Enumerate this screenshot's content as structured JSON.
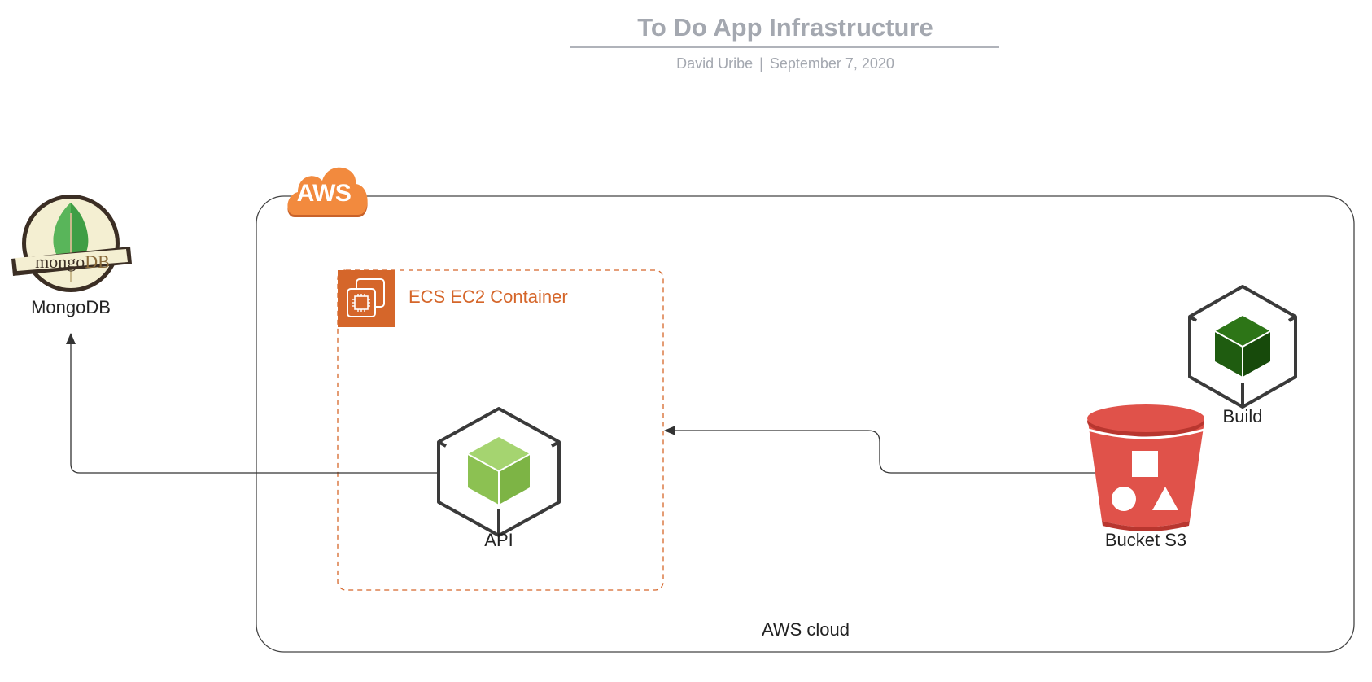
{
  "header": {
    "title": "To  Do App Infrastructure",
    "author": "David Uribe",
    "separator": "|",
    "date": "September 7, 2020"
  },
  "nodes": {
    "mongodb": {
      "label": "MongoDB",
      "logo_text_mongo": "mongo",
      "logo_text_db": "DB"
    },
    "aws_badge": "AWS",
    "aws_cloud": {
      "label": "AWS cloud"
    },
    "ecs": {
      "label": "ECS EC2 Container"
    },
    "api": {
      "label": "API"
    },
    "bucket": {
      "label": "Bucket S3"
    },
    "build": {
      "label": "Build"
    }
  },
  "icons": [
    "mongodb-leaf-icon",
    "aws-cloud-icon",
    "ec2-chip-icon",
    "api-cube-icon",
    "s3-bucket-icon",
    "build-cube-icon"
  ],
  "colors": {
    "aws_orange": "#f28a3e",
    "ecs_orange": "#d5662a",
    "api_green": "#8cc152",
    "build_green": "#1f5c10",
    "s3_red": "#e0524a",
    "cube_stroke": "#3a3a3a",
    "title_gray": "#a4a8b0"
  }
}
